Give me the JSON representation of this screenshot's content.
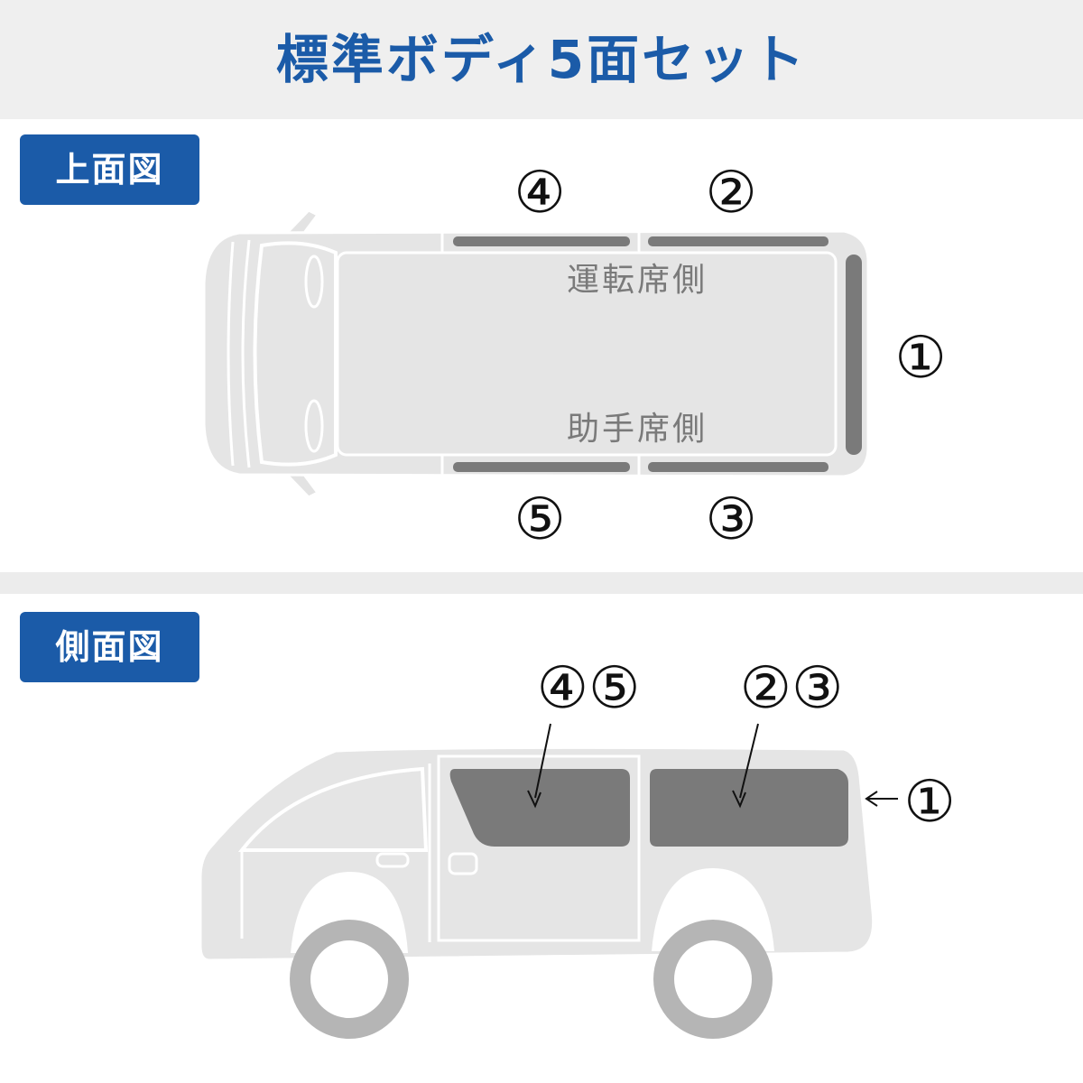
{
  "title": "標準ボディ5面セット",
  "top_view": {
    "label": "上面図",
    "driver_side": "運転席側",
    "passenger_side": "助手席側",
    "numbers": {
      "n1": "①",
      "n2": "②",
      "n3": "③",
      "n4": "④",
      "n5": "⑤"
    }
  },
  "side_view": {
    "label": "側面図",
    "front_windows": "④⑤",
    "rear_windows": "②③",
    "back_window": "①"
  },
  "colors": {
    "accent": "#1b5ba8",
    "header_bg": "#efefef",
    "van_body": "#e5e5e5",
    "window": "#7a7a7a",
    "wheel": "#b5b5b5"
  }
}
